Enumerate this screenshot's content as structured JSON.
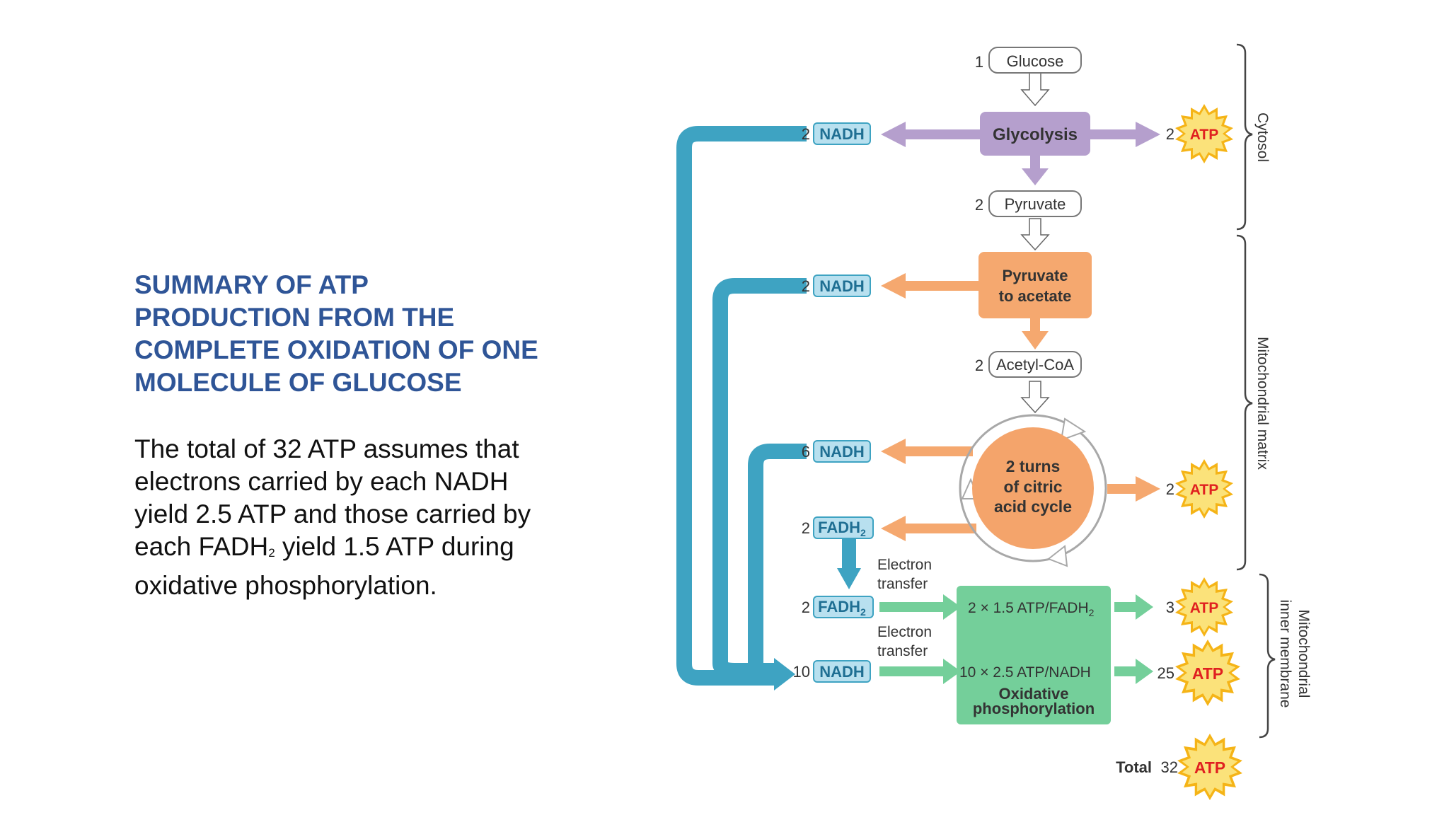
{
  "summary": {
    "title_lines": [
      "SUMMARY OF ATP",
      "PRODUCTION FROM THE",
      "COMPLETE OXIDATION OF ONE",
      "MOLECULE OF GLUCOSE"
    ],
    "body_lines": [
      "The total of 32 ATP assumes that",
      "electrons carried by each NADH",
      "yield 2.5 ATP and those carried by"
    ],
    "body_line4_pre": "each FADH",
    "body_line4_sub": "2",
    "body_line4_post": " yield 1.5 ATP during",
    "body_line5": "oxidative phosphorylation."
  },
  "diagram": {
    "glucose": {
      "count": "1",
      "label": "Glucose"
    },
    "glycolysis": "Glycolysis",
    "pyruvate": {
      "count": "2",
      "label": "Pyruvate"
    },
    "pyruvate_to_acetate": [
      "Pyruvate",
      "to acetate"
    ],
    "acetyl_coa": {
      "count": "2",
      "label": "Acetyl-CoA"
    },
    "citric_cycle": [
      "2 turns",
      "of citric",
      "acid cycle"
    ],
    "oxphos": {
      "fadh2_rate_pre": "2 × 1.5 ATP/FADH",
      "fadh2_rate_sub": "2",
      "nadh_rate": "10 × 2.5 ATP/NADH",
      "label": [
        "Oxidative",
        "phosphorylation"
      ]
    },
    "carriers": {
      "nadh_glycolysis": {
        "count": "2",
        "label": "NADH"
      },
      "nadh_pyruvate": {
        "count": "2",
        "label": "NADH"
      },
      "nadh_citric": {
        "count": "6",
        "label": "NADH"
      },
      "fadh2_citric": {
        "count": "2",
        "label": "FADH",
        "sub": "2"
      },
      "fadh2_oxphos": {
        "count": "2",
        "label": "FADH",
        "sub": "2"
      },
      "nadh_oxphos": {
        "count": "10",
        "label": "NADH"
      }
    },
    "electron_transfer_1": [
      "Electron",
      "transfer"
    ],
    "electron_transfer_2": [
      "Electron",
      "transfer"
    ],
    "atp": {
      "glycolysis": {
        "count": "2",
        "label": "ATP"
      },
      "citric": {
        "count": "2",
        "label": "ATP"
      },
      "fadh2": {
        "count": "3",
        "label": "ATP"
      },
      "nadh": {
        "count": "25",
        "label": "ATP"
      },
      "total_label": "Total",
      "total": {
        "count": "32",
        "label": "ATP"
      }
    },
    "regions": {
      "cytosol": "Cytosol",
      "matrix": "Mitochondrial matrix",
      "membrane": [
        "Mitochondrial",
        "inner membrane"
      ]
    }
  },
  "colors": {
    "title": "#2f5597",
    "glycolysis": "#b59fcd",
    "pyruvate_orange": "#f5a86f",
    "citric_orange": "#f4a46b",
    "oxphos_green": "#74cf9a",
    "carrier_blue": "#3ea3c2",
    "carrier_fill": "#b8e0ef",
    "atp_star": "#f5b417",
    "atp_text": "#e02020"
  }
}
